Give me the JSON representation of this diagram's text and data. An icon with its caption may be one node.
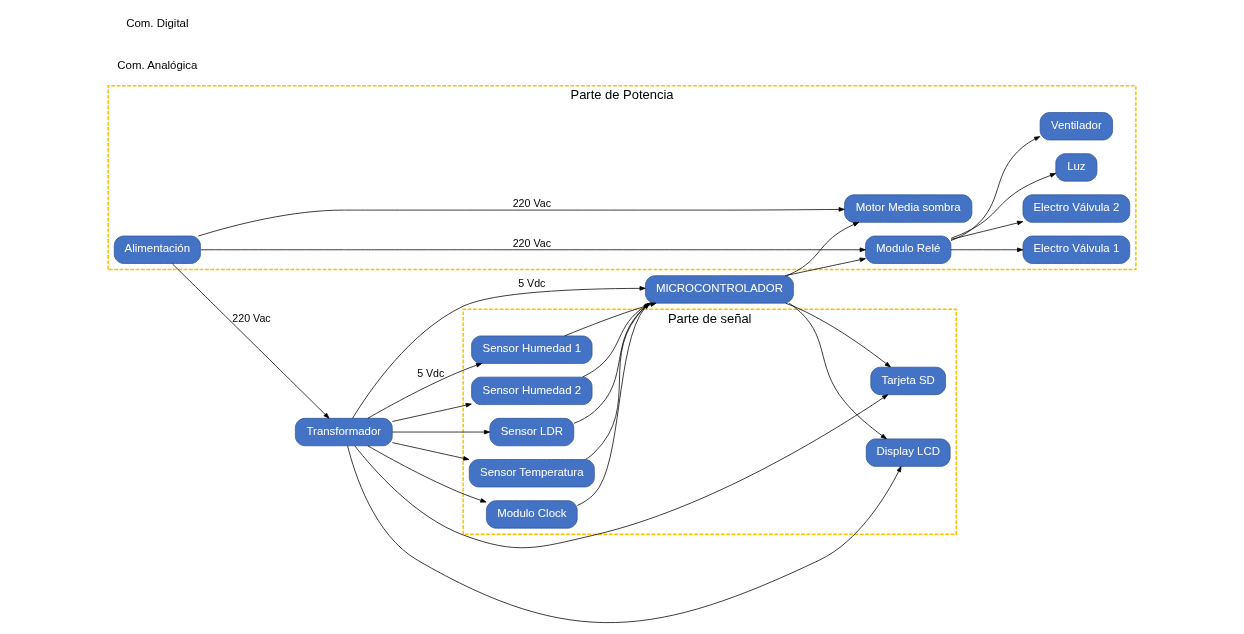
{
  "diagram": {
    "nodes": [
      {
        "text": [
          "Parte de Potencia"
        ]
      },
      {
        "text": [
          "Alimentación"
        ],
        "in": 0
      },
      {
        "text": [
          "Motor Media sombra"
        ],
        "in": 0
      },
      {
        "text": [
          "Modulo Relé"
        ],
        "in": 0
      },
      {
        "text": [
          "Electro Válvula 1"
        ],
        "in": 0
      },
      {
        "text": [
          "Electro Válvula 2"
        ],
        "in": 0
      },
      {
        "text": [
          "Luz"
        ],
        "in": 0
      },
      {
        "text": [
          "Ventilador"
        ],
        "in": 0
      },
      {
        "text": [
          "Transformador"
        ]
      },
      {
        "text": [
          "MICROCONTROLADOR"
        ]
      },
      {
        "text": [
          "Parte de señal"
        ]
      },
      {
        "text": [
          "Sensor Humedad 1"
        ],
        "in": 10
      },
      {
        "text": [
          "Sensor Humedad 2"
        ],
        "in": 10
      },
      {
        "text": [
          "Sensor LDR"
        ],
        "in": 10
      },
      {
        "text": [
          "Sensor Temperatura"
        ],
        "in": 10
      },
      {
        "text": [
          "Modulo Clock"
        ],
        "in": 10
      },
      {
        "text": [
          "Tarjeta SD"
        ],
        "in": 10
      },
      {
        "text": [
          "Display LCD"
        ],
        "in": 10
      }
    ],
    "edges": [
      {
        "from": 1,
        "to": 8,
        "arrow": "to",
        "label": "220 Vac"
      },
      {
        "from": 1,
        "to": 2,
        "arrow": "to",
        "label": "220 Vac"
      },
      {
        "from": 1,
        "to": 3,
        "arrow": "to",
        "label": "220 Vac"
      },
      {
        "from": 8,
        "to": 9,
        "arrow": "to",
        "label": "5 Vdc"
      },
      {
        "from": 8,
        "to": 11,
        "arrow": "to",
        "label": "5 Vdc"
      },
      {
        "from": 8,
        "to": 12,
        "arrow": "to"
      },
      {
        "from": 8,
        "to": 13,
        "arrow": "to"
      },
      {
        "from": 8,
        "to": 14,
        "arrow": "to"
      },
      {
        "from": 8,
        "to": 15,
        "arrow": "to"
      },
      {
        "from": 8,
        "to": 16,
        "arrow": "to"
      },
      {
        "from": 8,
        "to": 17,
        "arrow": "to"
      },
      {
        "from": 11,
        "to": 9,
        "arrow": "to"
      },
      {
        "from": 12,
        "to": 9,
        "arrow": "to"
      },
      {
        "from": 13,
        "to": 9,
        "arrow": "to"
      },
      {
        "from": 14,
        "to": 9,
        "arrow": "to"
      },
      {
        "from": 15,
        "to": 9,
        "arrow": "to"
      },
      {
        "from": 9,
        "to": 2,
        "arrow": "to"
      },
      {
        "from": 9,
        "to": 3,
        "arrow": "to"
      },
      {
        "from": 3,
        "to": 4,
        "arrow": "to"
      },
      {
        "from": 3,
        "to": 5,
        "arrow": "to"
      },
      {
        "from": 3,
        "to": 6,
        "arrow": "to"
      },
      {
        "from": 3,
        "to": 7,
        "arrow": "to"
      },
      {
        "from": 9,
        "to": 16,
        "arrow": "to"
      },
      {
        "from": 9,
        "to": 17,
        "arrow": "to"
      }
    ],
    "labels": [
      "Com. Analógica",
      "Com. Digital"
    ]
  }
}
